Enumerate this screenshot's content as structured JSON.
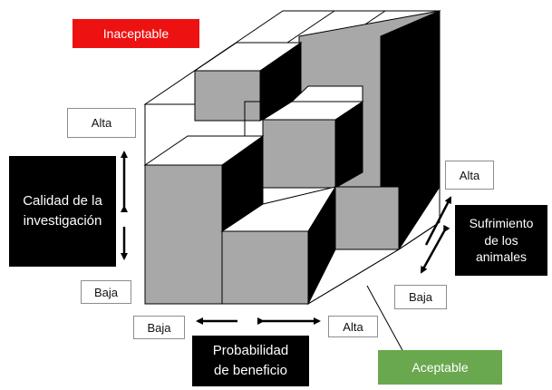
{
  "labels": {
    "unacceptable": "Inaceptable",
    "acceptable": "Aceptable"
  },
  "axes": {
    "quality": {
      "title": "Calidad de la\ninvestigación",
      "high": "Alta",
      "low": "Baja"
    },
    "benefit": {
      "title": "Probabilidad\nde beneficio",
      "low": "Baja",
      "high": "Alta"
    },
    "suffering": {
      "title": "Sufrimiento\nde los\nanimales",
      "high": "Alta",
      "low": "Baja"
    }
  },
  "colors": {
    "unacceptable": "#ee1111",
    "acceptable": "#6aa84f",
    "cube_face": "#a8a8a8",
    "cube_side": "#000000",
    "background": "#ffffff"
  }
}
